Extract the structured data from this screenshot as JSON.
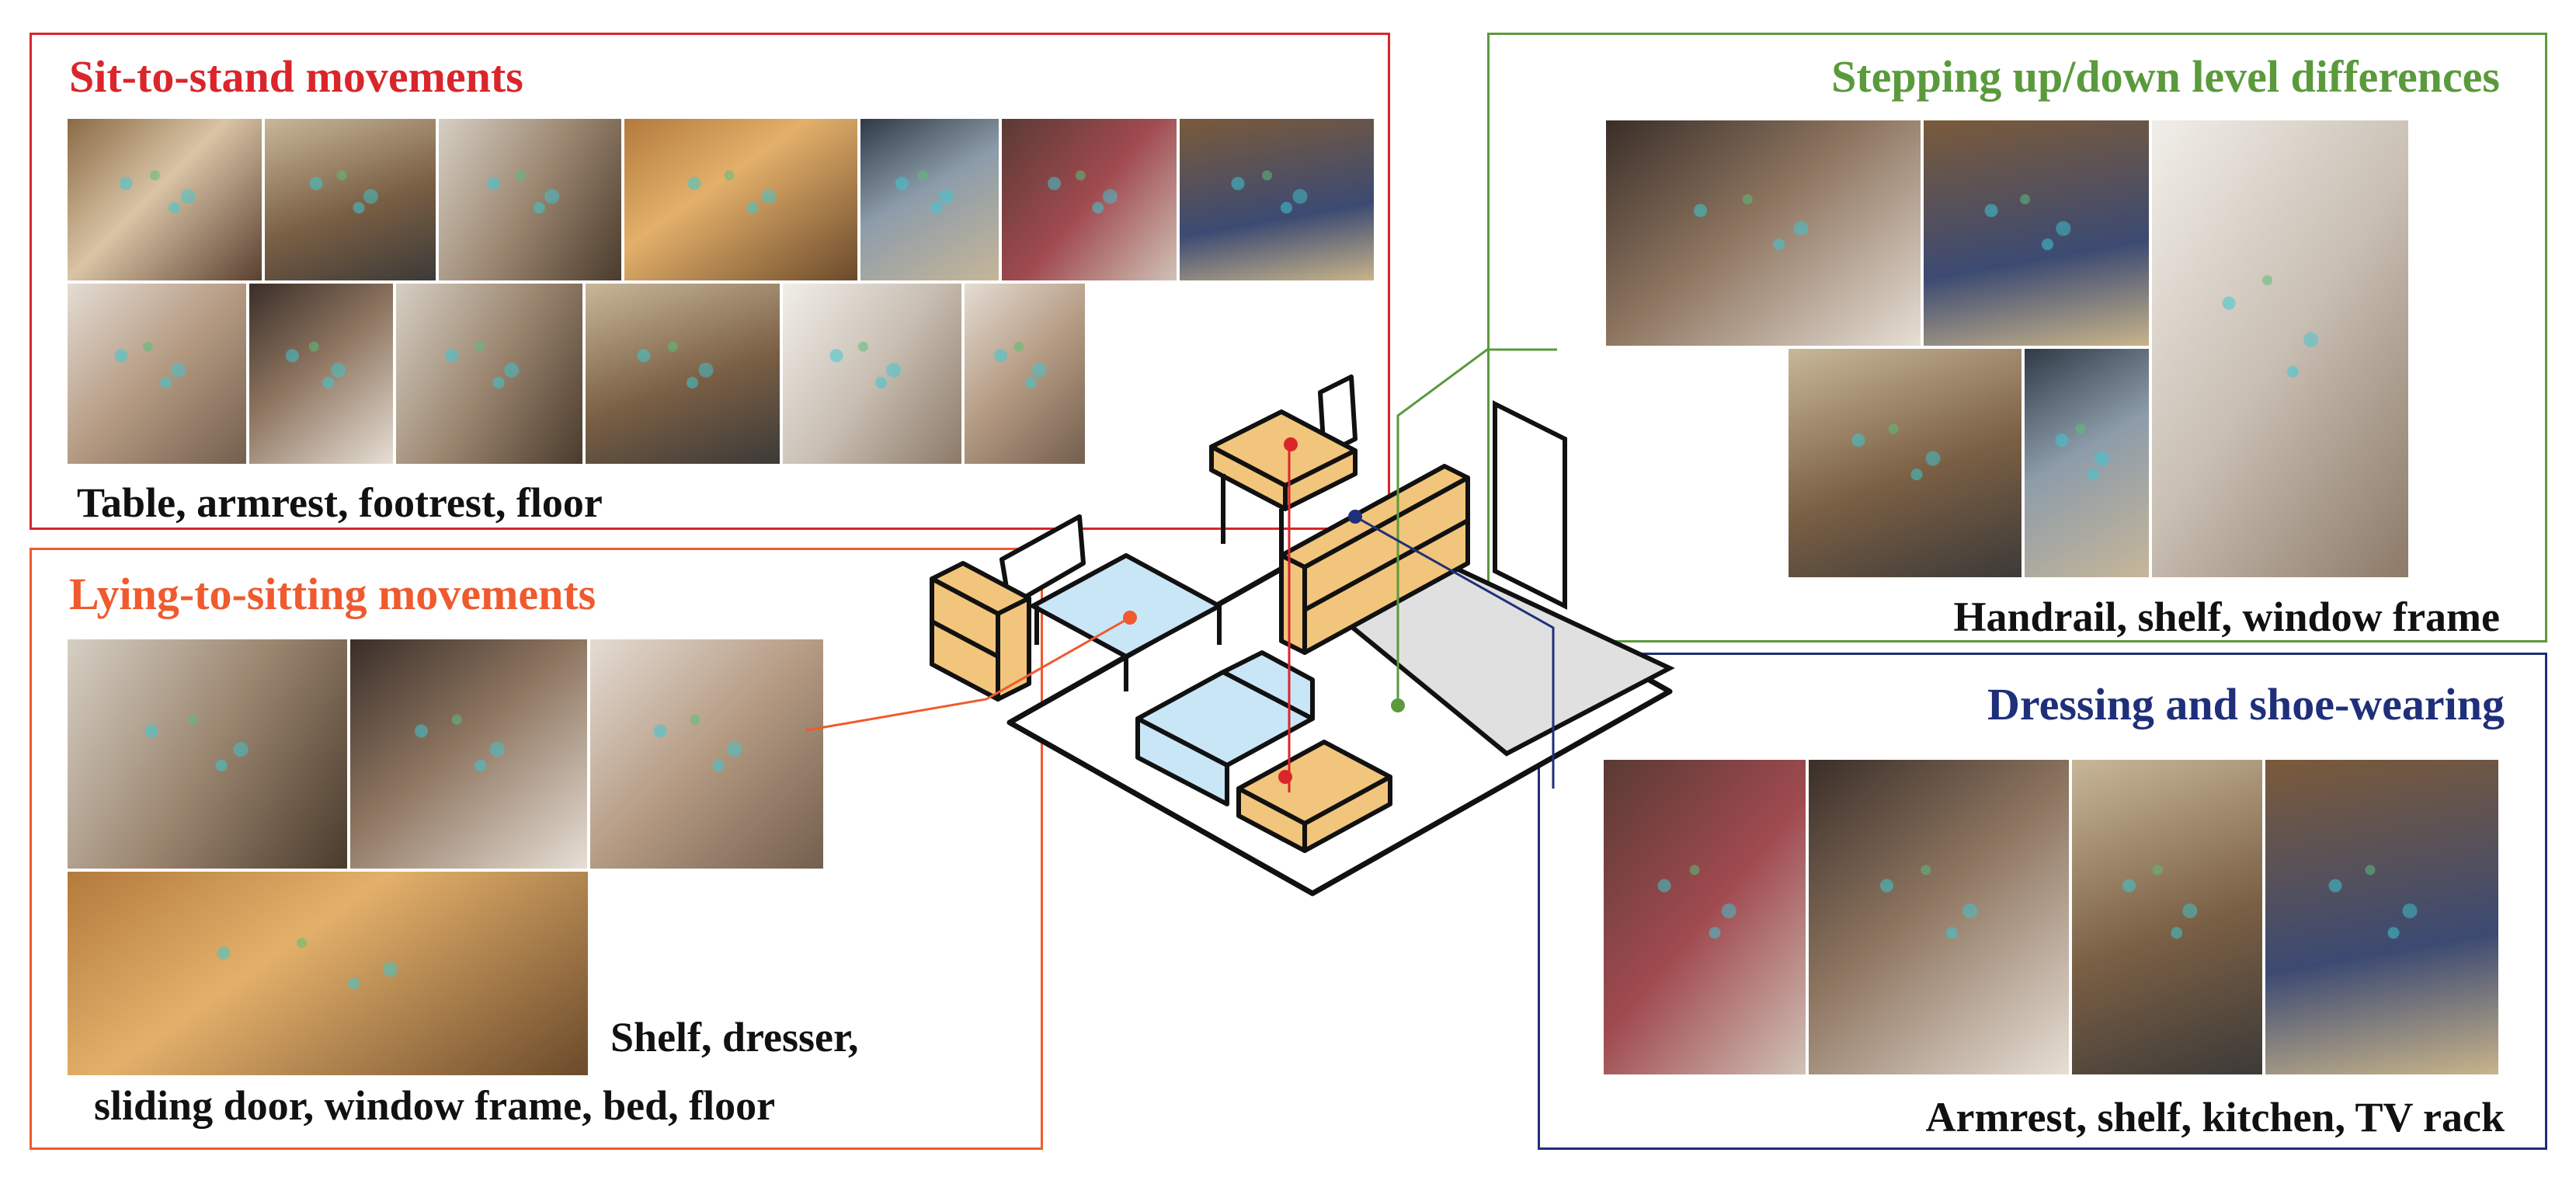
{
  "panels": {
    "sit_to_stand": {
      "title": "Sit-to-stand movements",
      "caption": "Table, armrest, footrest, floor",
      "color": "#d9262b"
    },
    "lying_to_sitting": {
      "title": "Lying-to-sitting movements",
      "caption_line1": "Shelf, dresser,",
      "caption_line2": "sliding door, window frame, bed, floor",
      "color": "#ef5a2e"
    },
    "stepping": {
      "title": "Stepping up/down level differences",
      "caption": "Handrail, shelf, window frame",
      "color": "#5a9a3c"
    },
    "dressing": {
      "title": "Dressing and shoe-wearing",
      "caption": "Armrest, shelf, kitchen, TV rack",
      "color": "#1f2f7a"
    }
  },
  "room_colors": {
    "furniture": "#f2c57c",
    "bed": "#c9e6f7",
    "floor": "#e0e0e0",
    "outline": "#111111"
  }
}
